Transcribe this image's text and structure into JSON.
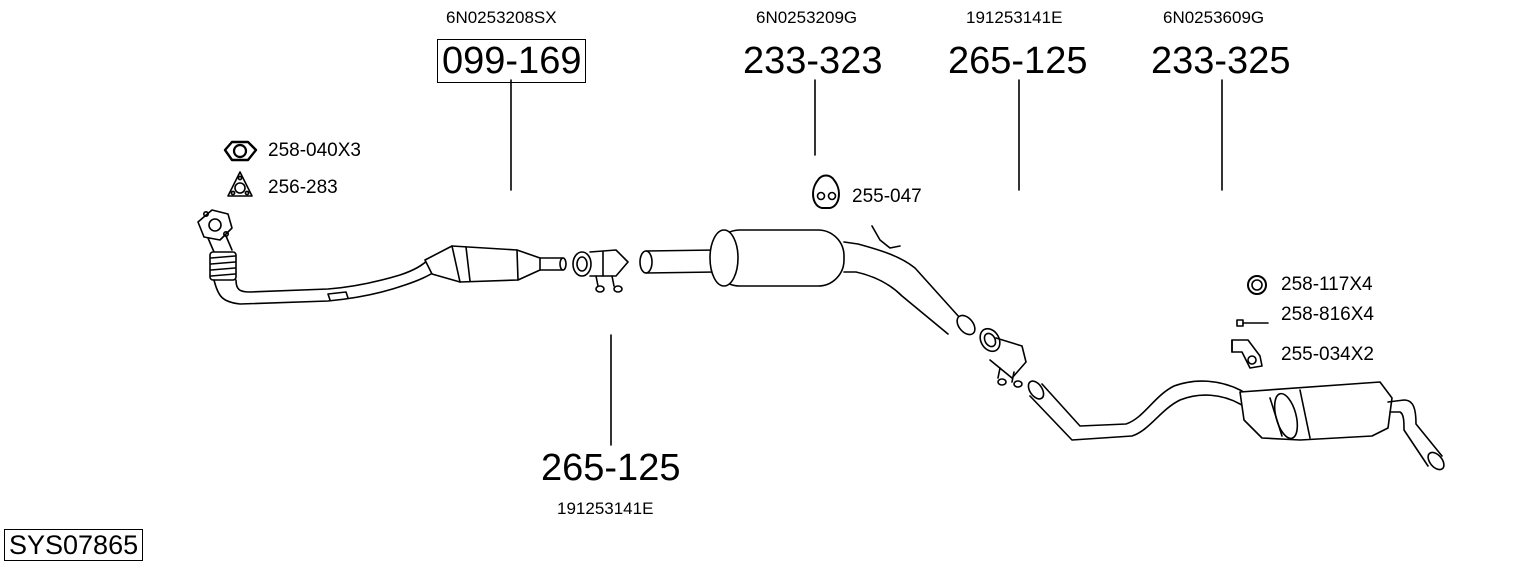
{
  "callouts": [
    {
      "oe": "6N0253208SX",
      "part": "099-169",
      "boxed": true
    },
    {
      "oe": "6N0253209G",
      "part": "233-323",
      "boxed": false
    },
    {
      "oe": "191253141E",
      "part": "265-125",
      "boxed": false
    },
    {
      "oe": "6N0253609G",
      "part": "233-325",
      "boxed": false
    },
    {
      "oe": "191253141E",
      "part": "265-125",
      "boxed": false
    }
  ],
  "small_parts": [
    {
      "label": "258-040X3",
      "icon": "hex-nut-icon"
    },
    {
      "label": "256-283",
      "icon": "triangular-gasket-icon"
    },
    {
      "label": "255-047",
      "icon": "rubber-hanger-icon"
    },
    {
      "label": "258-117X4",
      "icon": "ring-washer-icon"
    },
    {
      "label": "258-816X4",
      "icon": "bolt-icon"
    },
    {
      "label": "255-034X2",
      "icon": "bracket-hanger-icon"
    }
  ],
  "system_code": "SYS07865"
}
